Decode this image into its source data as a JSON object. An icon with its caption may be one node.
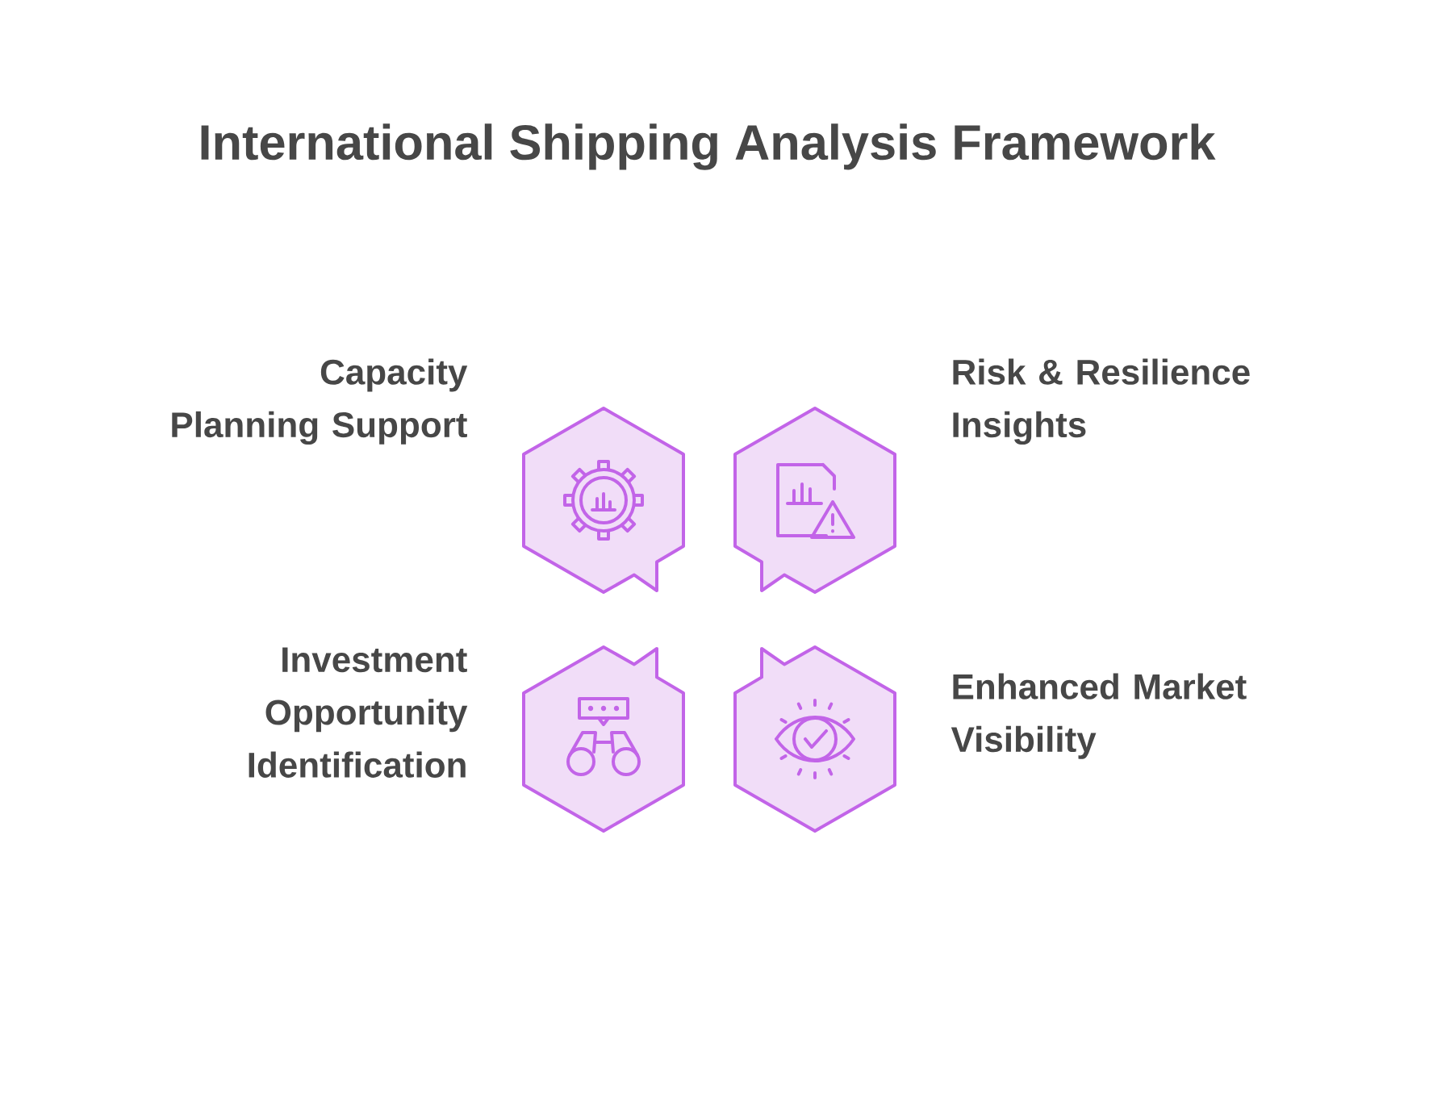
{
  "diagram": {
    "title": "International Shipping Analysis Framework",
    "nodes": [
      {
        "text": [
          "Capacity Planning Support"
        ]
      },
      {
        "text": [
          "Risk & Resilience Insights"
        ]
      },
      {
        "text": [
          "Investment Opportunity Identification"
        ]
      },
      {
        "text": [
          "Enhanced Market Visibility"
        ]
      }
    ]
  }
}
